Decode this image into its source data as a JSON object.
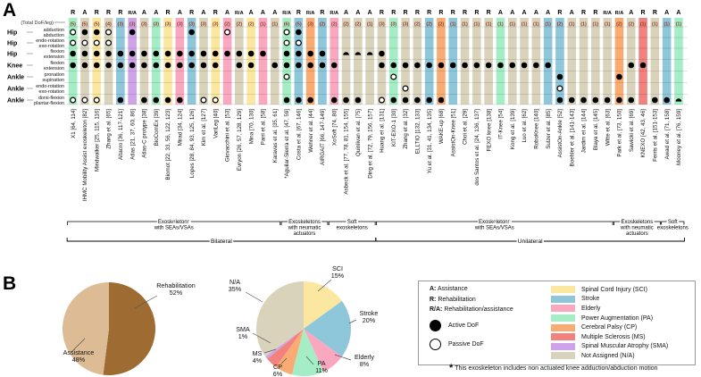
{
  "panelA": {
    "label": "A",
    "total_dof_label": "(Total DoF/leg)",
    "rows": [
      {
        "joint": "Hip",
        "motion": [
          "adduction",
          "abduction"
        ]
      },
      {
        "joint": "Hip",
        "motion": [
          "endo-rotation",
          "exo-rotation"
        ]
      },
      {
        "joint": "Hip",
        "motion": [
          "flexion",
          "extension"
        ]
      },
      {
        "joint": "Knee",
        "motion": [
          "flexion",
          "extension"
        ]
      },
      {
        "joint": "Ankle",
        "motion": [
          "pronation",
          "supination"
        ]
      },
      {
        "joint": "Ankle",
        "motion": [
          "endo-rotation",
          "exo-rotation"
        ]
      },
      {
        "joint": "Ankle",
        "motion": [
          "dorsi-flexion",
          "plantar-flexion"
        ]
      }
    ],
    "mark_types": {
      "A": "Active DoF",
      "P": "Passive DoF",
      "H": "Partial DoF"
    },
    "palette": {
      "tan": "#d9d3bc",
      "yellow": "#fbe7a0",
      "green": "#a5eec5",
      "blue": "#8ec6da",
      "pink": "#f9a8c0",
      "purple": "#cfa3e8",
      "orange": "#f8ab72",
      "red": "#f2827d"
    },
    "total_color": "#8f3a28",
    "columns": [
      {
        "name": "X1 [64, 114]",
        "letter": "R",
        "total": "(5)",
        "color": "green",
        "marks": {
          "1": "P",
          "2": "P",
          "3": "A",
          "4": "A",
          "7": "P"
        }
      },
      {
        "name": "IHMC Mobility Assist exoskeleton [82]",
        "letter": "A",
        "total": "(5)",
        "color": "tan",
        "marks": {
          "1": "A",
          "2": "P",
          "3": "A",
          "4": "A",
          "7": "P"
        }
      },
      {
        "name": "Mindwalker [25, 115, 116]",
        "letter": "R",
        "total": "(5)",
        "color": "yellow",
        "marks": {
          "1": "A",
          "2": "P",
          "3": "A",
          "4": "A",
          "7": "P"
        }
      },
      {
        "name": "Zhang et al. [65]",
        "letter": "R",
        "total": "(4)",
        "color": "tan",
        "marks": {
          "1": "P",
          "2": "P",
          "3": "A",
          "4": "A"
        }
      },
      {
        "name": "Altacro [36, 117-121]",
        "letter": "R",
        "total": "(3)",
        "color": "blue",
        "marks": {
          "3": "A",
          "4": "A",
          "7": "A"
        }
      },
      {
        "name": "Atlas [21, 37, 60, 86]",
        "letter": "R/A",
        "total": "(3)",
        "color": "purple",
        "marks": {
          "1": "A",
          "3": "A",
          "4": "A"
        }
      },
      {
        "name": "Atlas-C protype [38]",
        "letter": "A",
        "total": "(3)",
        "color": "tan",
        "marks": {
          "3": "A",
          "4": "A",
          "7": "A"
        }
      },
      {
        "name": "BioComEx [39]",
        "letter": "A",
        "total": "(3)",
        "color": "green",
        "marks": {
          "3": "A",
          "4": "A",
          "7": "A"
        }
      },
      {
        "name": "Biomot [22, 33, 56, 122, 123]",
        "letter": "R",
        "total": "(3)",
        "color": "yellow",
        "marks": {
          "3": "A",
          "4": "A",
          "7": "A"
        }
      },
      {
        "name": "Mirad [34, 124]",
        "letter": "A",
        "total": "(3)",
        "color": "pink",
        "marks": {
          "3": "A",
          "4": "A",
          "7": "A"
        }
      },
      {
        "name": "Lopes [28, 84, 93, 125, 126]",
        "letter": "R",
        "total": "(3)",
        "color": "blue",
        "marks": {
          "1": "A",
          "3": "A",
          "4": "A"
        }
      },
      {
        "name": "Kim et al. [127]",
        "letter": "A",
        "total": "(3)",
        "color": "tan",
        "marks": {
          "3": "A",
          "4": "A",
          "7": "P"
        }
      },
      {
        "name": "VariLeg [40]",
        "letter": "R",
        "total": "(3)",
        "color": "yellow",
        "marks": {
          "3": "A",
          "4": "A",
          "7": "P"
        }
      },
      {
        "name": "Giovacchini et al. [53]",
        "letter": "A",
        "total": "(2)",
        "color": "pink",
        "marks": {
          "1": "P",
          "3": "A"
        }
      },
      {
        "name": "Evryon [26, 57, 128, 129]",
        "letter": "R/A",
        "total": "(2)",
        "color": "tan",
        "marks": {
          "3": "A",
          "4": "A"
        }
      },
      {
        "name": "Mina [70, 130]",
        "letter": "A",
        "total": "(2)",
        "color": "yellow",
        "marks": {
          "3": "A",
          "4": "A"
        }
      },
      {
        "name": "Parri et al. [58]",
        "letter": "A",
        "total": "(1)",
        "color": "pink",
        "marks": {
          "3": "A"
        }
      },
      {
        "name": "Karavas et al. [35, 61]",
        "letter": "A",
        "total": "(1)",
        "color": "tan",
        "marks": {
          "4": "A"
        }
      },
      {
        "name": "*Aguilar-Sierra et al. [47, 59]",
        "letter": "R/A",
        "total": "(6)",
        "color": "green",
        "marks": {
          "1": "P",
          "2": "P",
          "3": "A",
          "4": "A",
          "5": "P",
          "7": "A"
        }
      },
      {
        "name": "Costa et al. [67, 146]",
        "letter": "R",
        "total": "(5)",
        "color": "blue",
        "marks": {
          "1": "A",
          "2": "P",
          "3": "A",
          "4": "A",
          "7": "A"
        }
      },
      {
        "name": "Wehner et al. [44]",
        "letter": "R/A",
        "total": "(3)",
        "color": "orange",
        "marks": {
          "3": "A",
          "4": "A",
          "7": "A"
        }
      },
      {
        "name": "AIRGAIT [66, 147-149]",
        "letter": "R",
        "total": "(2)",
        "color": "blue",
        "marks": {
          "3": "A",
          "4": "A"
        }
      },
      {
        "name": "XoSoft [74, 80]",
        "letter": "R/A",
        "total": "(2)",
        "color": "pink",
        "marks": {
          "4": "A",
          "7": "A"
        }
      },
      {
        "name": "Asbeck et al. [77, 78, 81, 154, 155]",
        "letter": "A",
        "total": "(2)",
        "color": "tan",
        "marks": {
          "3": "H",
          "7": "A"
        }
      },
      {
        "name": "Quinlivan et al. [75]",
        "letter": "A",
        "total": "(2)",
        "color": "tan",
        "marks": {
          "3": "H",
          "7": "A"
        }
      },
      {
        "name": "Ding et al. [72, 79, 156, 157]",
        "letter": "A",
        "total": "(1)",
        "color": "tan",
        "marks": {
          "3": "H"
        }
      },
      {
        "name": "Huang et al. [131]",
        "letter": "R",
        "total": "(3)",
        "color": "tan",
        "marks": {
          "3": "A",
          "4": "A",
          "7": "P"
        }
      },
      {
        "name": "KIT-EXO-1 [30]",
        "letter": "R",
        "total": "(3)",
        "color": "green",
        "marks": {
          "4": "A",
          "5": "P",
          "7": "A"
        }
      },
      {
        "name": "Zhang et al. [32]",
        "letter": "R",
        "total": "(3)",
        "color": "tan",
        "marks": {
          "4": "A",
          "6": "P",
          "7": "A"
        }
      },
      {
        "name": "ELLTIO [132, 133]",
        "letter": "R",
        "total": "(2)",
        "color": "tan",
        "marks": {
          "4": "A",
          "7": "A"
        }
      },
      {
        "name": "Yu et al. [31, 41, 134, 135]",
        "letter": "R",
        "total": "(2)",
        "color": "blue",
        "marks": {
          "4": "A",
          "7": "A"
        }
      },
      {
        "name": "WAKE-up [68]",
        "letter": "R",
        "total": "(2)",
        "color": "orange",
        "marks": {
          "4": "A",
          "7": "A"
        }
      },
      {
        "name": "AssistOn-Knee [51]",
        "letter": "R",
        "total": "(1)",
        "color": "blue",
        "marks": {
          "4": "A"
        }
      },
      {
        "name": "Choi et al. [29]",
        "letter": "R",
        "total": "(1)",
        "color": "tan",
        "marks": {
          "4": "A"
        }
      },
      {
        "name": "dos Santos et al. [24, 136, 137]",
        "letter": "R",
        "total": "(1)",
        "color": "tan",
        "marks": {
          "4": "A"
        }
      },
      {
        "name": "FEXO knee [138]",
        "letter": "R",
        "total": "(1)",
        "color": "tan",
        "marks": {
          "4": "A"
        }
      },
      {
        "name": "IT-Knee [54]",
        "letter": "A",
        "total": "(1)",
        "color": "green",
        "marks": {
          "4": "A"
        }
      },
      {
        "name": "Kong et al. [139]",
        "letter": "A",
        "total": "(1)",
        "color": "tan",
        "marks": {
          "4": "A"
        }
      },
      {
        "name": "Luo et al. [62]",
        "letter": "A",
        "total": "(1)",
        "color": "tan",
        "marks": {
          "4": "A"
        }
      },
      {
        "name": "RoboKnee [140]",
        "letter": "A",
        "total": "(1)",
        "color": "tan",
        "marks": {
          "4": "A"
        }
      },
      {
        "name": "Sulzer et al. [85]",
        "letter": "A",
        "total": "(1)",
        "color": "blue",
        "marks": {
          "4": "A"
        }
      },
      {
        "name": "AssistOn-Ankle [52]",
        "letter": "R",
        "total": "(2)",
        "color": "blue",
        "marks": {
          "5": "A",
          "6": "P",
          "7": "A"
        }
      },
      {
        "name": "Boehler et al. [141-143]",
        "letter": "A",
        "total": "(1)",
        "color": "tan",
        "marks": {
          "7": "A"
        }
      },
      {
        "name": "Jardim et al. [144]",
        "letter": "R",
        "total": "(1)",
        "color": "tan",
        "marks": {
          "7": "A"
        }
      },
      {
        "name": "Blaya et al. [145]",
        "letter": "R",
        "total": "(1)",
        "color": "tan",
        "marks": {
          "7": "A"
        }
      },
      {
        "name": "Witte et al. [63]",
        "letter": "R/A",
        "total": "(1)",
        "color": "tan",
        "marks": {
          "7": "A"
        }
      },
      {
        "name": "Park et al. [73, 150]",
        "letter": "R/A",
        "total": "(2)",
        "color": "orange",
        "marks": {
          "5": "A",
          "7": "A"
        }
      },
      {
        "name": "Sawicki et al. [69]",
        "letter": "A",
        "total": "(2)",
        "color": "tan",
        "marks": {
          "4": "A",
          "7": "A"
        }
      },
      {
        "name": "KNEXO [42, 43, 46]",
        "letter": "R",
        "total": "(1)",
        "color": "red",
        "marks": {
          "4": "A"
        }
      },
      {
        "name": "Ferris et al. [151-153]",
        "letter": "R",
        "total": "(1)",
        "color": "tan",
        "marks": {
          "7": "A"
        }
      },
      {
        "name": "Awad et al. [71, 158]",
        "letter": "A",
        "total": "(1)",
        "color": "blue",
        "marks": {
          "7": "A"
        }
      },
      {
        "name": "Mooney et al. [76, 159]",
        "letter": "A",
        "total": "(1)",
        "color": "green",
        "marks": {
          "7": "H"
        }
      }
    ],
    "groups": [
      {
        "lines": [
          "Exoskeletons",
          "with SEAs/VSAs"
        ],
        "from": 1,
        "to": 18
      },
      {
        "lines": [
          "Exoskeletons",
          "with neumatic",
          "actuators"
        ],
        "from": 19,
        "to": 22
      },
      {
        "lines": [
          "Soft",
          "exoskeletons"
        ],
        "from": 23,
        "to": 26
      },
      {
        "lines": [
          "Exoskeletons",
          "with SEAs/VSAs"
        ],
        "from": 27,
        "to": 46
      },
      {
        "lines": [
          "Exoskeletons",
          "with neumatic",
          "actuators"
        ],
        "from": 47,
        "to": 50
      },
      {
        "lines": [
          "Soft",
          "exoskeletons"
        ],
        "from": 51,
        "to": 52
      }
    ],
    "laterality": [
      {
        "label": "Bilateral",
        "from": 1,
        "to": 26
      },
      {
        "label": "Unilateral",
        "from": 27,
        "to": 52
      }
    ]
  },
  "panelB": {
    "label": "B"
  },
  "chart_data": [
    {
      "type": "pie",
      "title": "Intended use",
      "labels": [
        "Rehabilitation",
        "Assistance"
      ],
      "values": [
        52,
        48
      ],
      "percent_labels": [
        "52%",
        "48%"
      ],
      "colors": [
        "#9e6b32",
        "#dcbb95"
      ],
      "start_angle_deg": -90,
      "direction": "clockwise"
    },
    {
      "type": "pie",
      "title": "Target population",
      "labels": [
        "SCI",
        "Stroke",
        "Elderly",
        "PA",
        "CP",
        "MS",
        "SMA",
        "N/A"
      ],
      "values": [
        15,
        20,
        8,
        11,
        6,
        4,
        1,
        35
      ],
      "percent_labels": [
        "15%",
        "20%",
        "8%",
        "11%",
        "6%",
        "4%",
        "1%",
        "35%"
      ],
      "colors": [
        "#fbe7a0",
        "#8ec6da",
        "#f9a8c0",
        "#a5eec5",
        "#f8ab72",
        "#f2827d",
        "#cfa3e8",
        "#d9d3bc"
      ],
      "start_angle_deg": -90,
      "direction": "clockwise"
    }
  ],
  "legend": {
    "letters": [
      {
        "key": "A:",
        "label": "Assistance"
      },
      {
        "key": "R:",
        "label": "Rehabilitation"
      },
      {
        "key": "R/A:",
        "label": "Rehabilitation/assistance"
      }
    ],
    "dof": [
      {
        "type": "active",
        "label": "Active DoF"
      },
      {
        "type": "passive",
        "label": "Passive DoF"
      }
    ],
    "populations": [
      {
        "label": "Spinal Cord Injury (SCI)",
        "color": "#fbe7a0"
      },
      {
        "label": "Stroke",
        "color": "#8ec6da"
      },
      {
        "label": "Elderly",
        "color": "#f9a8c0"
      },
      {
        "label": "Power Augmentation (PA)",
        "color": "#a5eec5"
      },
      {
        "label": "Cerebral Palsy (CP)",
        "color": "#f8ab72"
      },
      {
        "label": "Multiple Sclerosis (MS)",
        "color": "#f2827d"
      },
      {
        "label": "Spinal Muscular Atrophy (SMA)",
        "color": "#cfa3e8"
      },
      {
        "label": "Not Assigned (N/A)",
        "color": "#d9d3bc"
      }
    ]
  },
  "footnote": {
    "star": "*",
    "text": "This exoskeleton includes non actuated knee adduction/abduction motion"
  }
}
